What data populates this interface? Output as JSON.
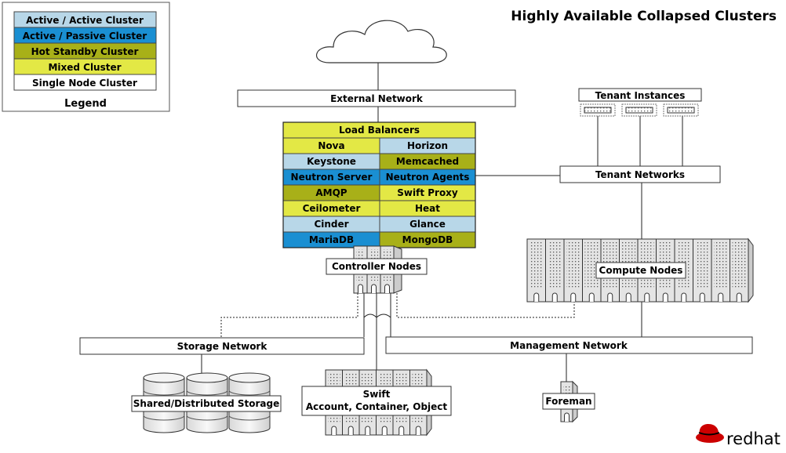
{
  "title": "Highly Available Collapsed Clusters",
  "colors": {
    "active_active": "#b8d7e8",
    "active_passive": "#1a8fd2",
    "hot_standby": "#a8b018",
    "mixed": "#e3e845",
    "single": "#ffffff"
  },
  "legend": {
    "items": [
      {
        "label": "Active / Active Cluster",
        "color": "#b8d7e8"
      },
      {
        "label": "Active / Passive Cluster",
        "color": "#1a8fd2"
      },
      {
        "label": "Hot Standby Cluster",
        "color": "#a8b018"
      },
      {
        "label": "Mixed Cluster",
        "color": "#e3e845"
      },
      {
        "label": "Single Node Cluster",
        "color": "#ffffff"
      }
    ],
    "caption": "Legend"
  },
  "networks": {
    "external": "External Network",
    "tenant": "Tenant Networks",
    "storage": "Storage Network",
    "management": "Management Network"
  },
  "tenant_instances": "Tenant Instances",
  "services": {
    "load_balancers": {
      "label": "Load Balancers",
      "color": "#e3e845"
    },
    "rows": [
      [
        {
          "label": "Nova",
          "color": "#e3e845"
        },
        {
          "label": "Horizon",
          "color": "#b8d7e8"
        }
      ],
      [
        {
          "label": "Keystone",
          "color": "#b8d7e8"
        },
        {
          "label": "Memcached",
          "color": "#a8b018"
        }
      ],
      [
        {
          "label": "Neutron Server",
          "color": "#1a8fd2"
        },
        {
          "label": "Neutron Agents",
          "color": "#1a8fd2"
        }
      ],
      [
        {
          "label": "AMQP",
          "color": "#a8b018"
        },
        {
          "label": "Swift Proxy",
          "color": "#e3e845"
        }
      ],
      [
        {
          "label": "Ceilometer",
          "color": "#e3e845"
        },
        {
          "label": "Heat",
          "color": "#e3e845"
        }
      ],
      [
        {
          "label": "Cinder",
          "color": "#b8d7e8"
        },
        {
          "label": "Glance",
          "color": "#b8d7e8"
        }
      ],
      [
        {
          "label": "MariaDB",
          "color": "#1a8fd2"
        },
        {
          "label": "MongoDB",
          "color": "#a8b018"
        }
      ]
    ]
  },
  "nodes": {
    "controller": "Controller Nodes",
    "compute": "Compute Nodes",
    "storage": "Shared/Distributed Storage",
    "swift_line1": "Swift",
    "swift_line2": "Account, Container, Object",
    "foreman": "Foreman"
  },
  "logo": {
    "text": "redhat"
  }
}
